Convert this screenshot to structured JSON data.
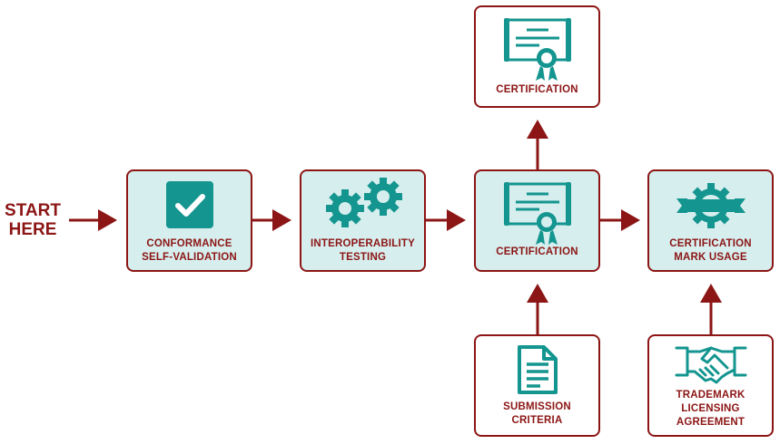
{
  "start": {
    "label": "START\nHERE"
  },
  "steps": {
    "conformance": {
      "label": "CONFORMANCE\nSELF-VALIDATION",
      "icon": "checkbox-icon"
    },
    "interop": {
      "label": "INTEROPERABILITY\nTESTING",
      "icon": "gears-icon"
    },
    "certification": {
      "label": "CERTIFICATION",
      "icon": "certificate-icon"
    },
    "mark_usage": {
      "label": "CERTIFICATION\nMARK USAGE",
      "icon": "badge-ribbon-icon"
    }
  },
  "side": {
    "certification_top": {
      "label": "CERTIFICATION",
      "icon": "certificate-icon"
    },
    "submission": {
      "label": "SUBMISSION\nCRITERIA",
      "icon": "document-icon"
    },
    "trademark": {
      "label": "TRADEMARK\nLICENSING\nAGREEMENT",
      "icon": "handshake-icon"
    }
  },
  "colors": {
    "border": "#8c1515",
    "fill": "#d7eeee",
    "icon": "#14958f",
    "arrow": "#8c1515"
  }
}
